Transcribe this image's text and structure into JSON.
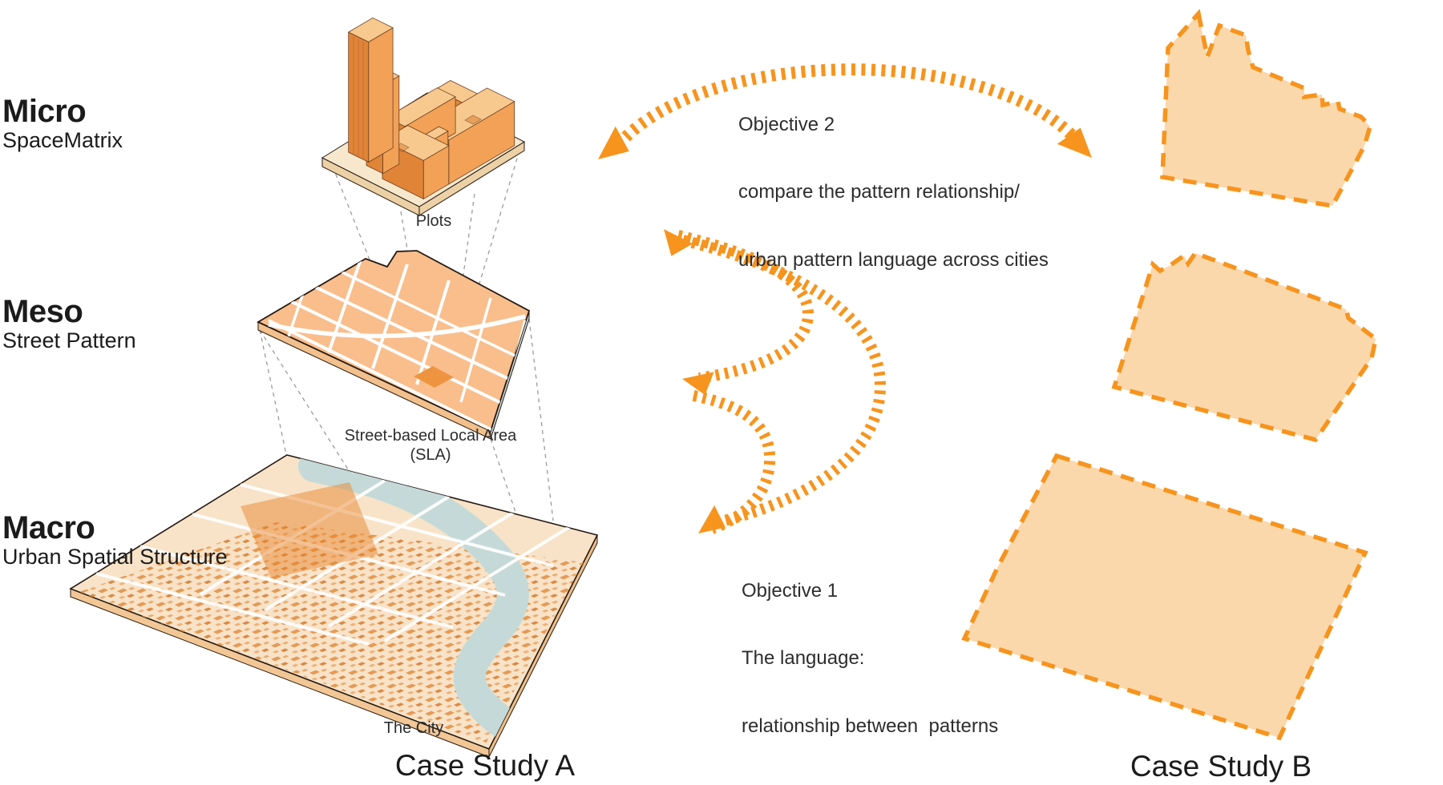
{
  "levels": [
    {
      "title": "Micro",
      "subtitle": "SpaceMatrix"
    },
    {
      "title": "Meso",
      "subtitle": "Street Pattern"
    },
    {
      "title": "Macro",
      "subtitle": "Urban Spatial Structure"
    }
  ],
  "case_a": {
    "caption": "Case Study A",
    "labels": {
      "plots": "Plots",
      "sla_line1": "Street-based Local Area",
      "sla_line2": "(SLA)",
      "city": "The City"
    }
  },
  "case_b": {
    "caption": "Case Study B"
  },
  "objectives": {
    "objective_2": {
      "title": "Objective 2",
      "line_2": "compare the pattern relationship/",
      "line_3": "urban pattern language across cities"
    },
    "objective_1": {
      "title": "Objective 1",
      "line_2": "The language:",
      "line_3": "relationship between  patterns"
    }
  },
  "colors": {
    "accent_orange": "#F7941D",
    "case_b_fill": "#FBD8AC",
    "meso_fill": "#F9BE8C",
    "macro_base": "#F8E3C8",
    "river": "#C5DAD8",
    "district_highlight": "#E8832A",
    "building_face_dark": "#E08438",
    "building_face_light": "#F2A157",
    "building_roof": "#F8C98F",
    "projection_line": "#9B9B9B"
  },
  "icons": {
    "arrow_heads": "solid-triangle-arrowhead",
    "arcs": "dashed-tick-arc"
  }
}
